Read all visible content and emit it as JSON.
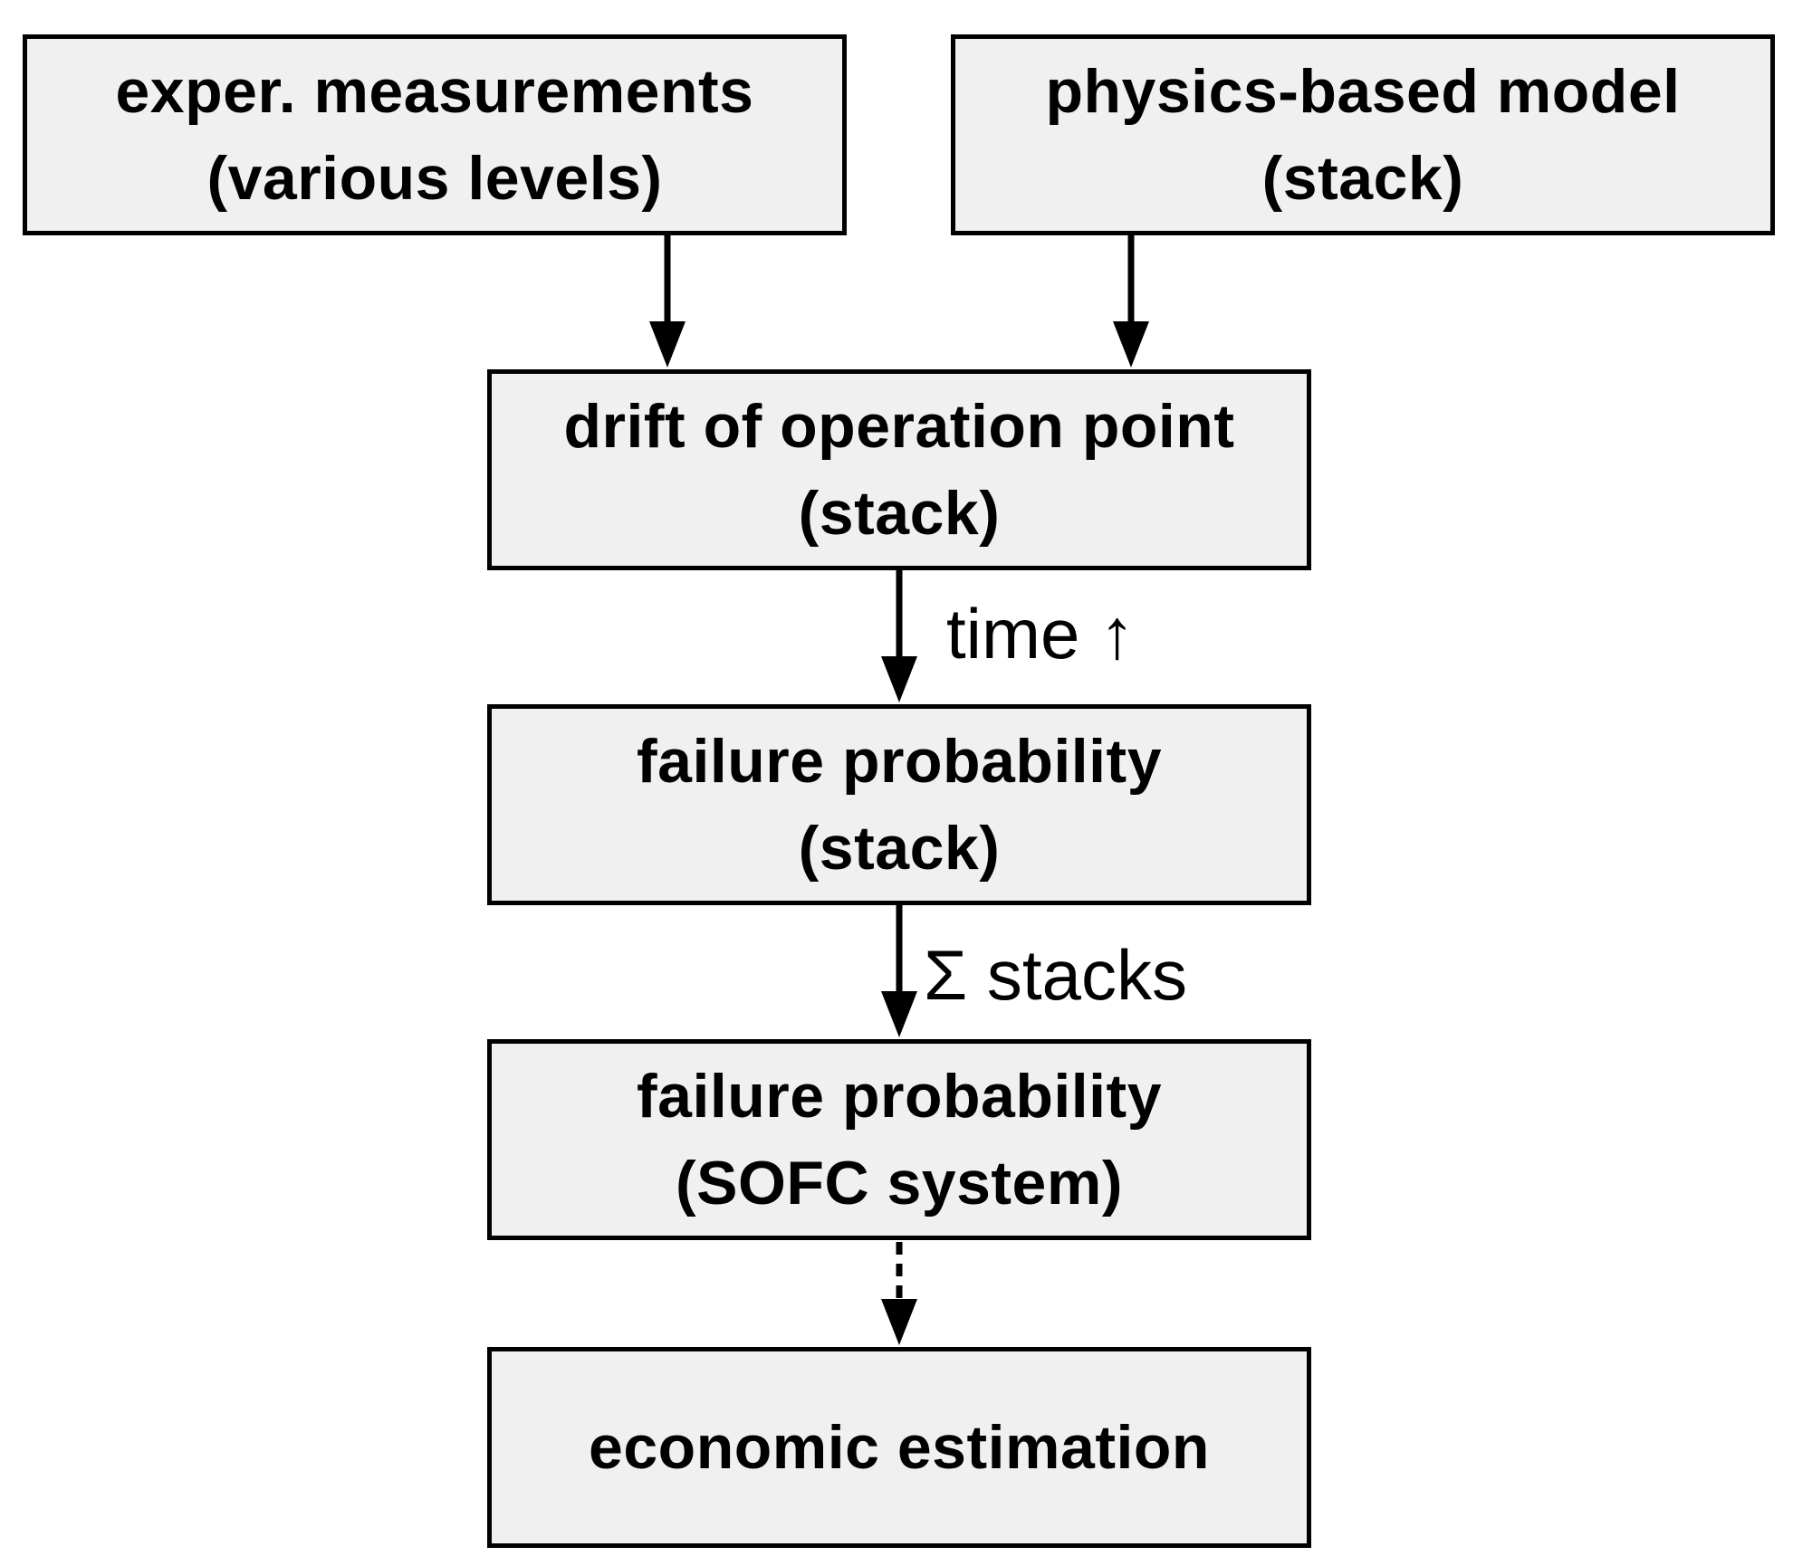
{
  "boxes": {
    "exper_measurements": {
      "line1": "exper. measurements",
      "line2": "(various levels)"
    },
    "physics_model": {
      "line1": "physics-based model",
      "line2": "(stack)"
    },
    "drift": {
      "line1": "drift of operation point",
      "line2": "(stack)"
    },
    "failure_stack": {
      "line1": "failure probability",
      "line2": "(stack)"
    },
    "failure_sofc": {
      "line1": "failure probability",
      "line2": "(SOFC system)"
    },
    "economic": {
      "line1": "economic estimation"
    }
  },
  "edges": {
    "time_label": "time ↑",
    "stacks_label": "Σ stacks"
  },
  "colors": {
    "box_fill": "#f0f0f0",
    "stroke": "#000000"
  }
}
